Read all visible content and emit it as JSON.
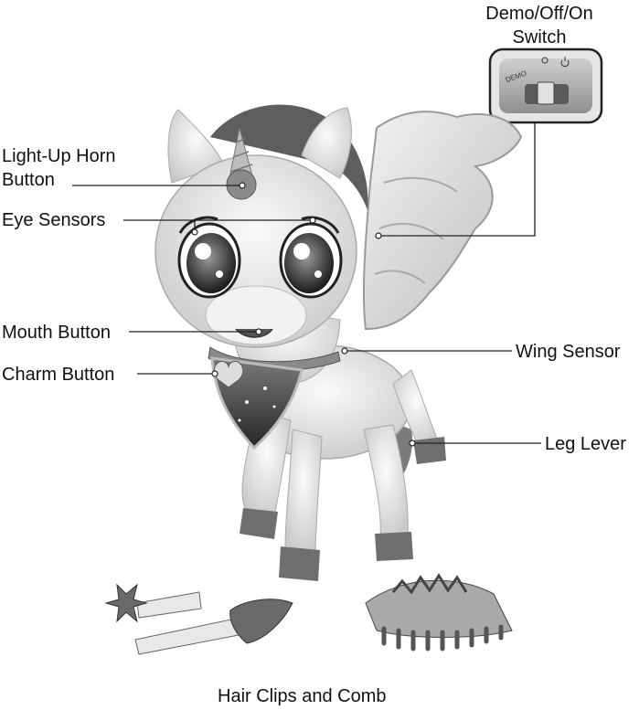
{
  "labels": {
    "switch_line1": "Demo/Off/On",
    "switch_line2": "Switch",
    "horn_line1": "Light-Up Horn",
    "horn_line2": "Button",
    "eye": "Eye Sensors",
    "mouth": "Mouth Button",
    "charm": "Charm Button",
    "wing": "Wing Sensor",
    "leg": "Leg Lever",
    "accessories": "Hair Clips and Comb",
    "switch_demo": "DEMO"
  },
  "icons": {
    "off_position": "circle-icon",
    "on_position": "power-icon"
  }
}
